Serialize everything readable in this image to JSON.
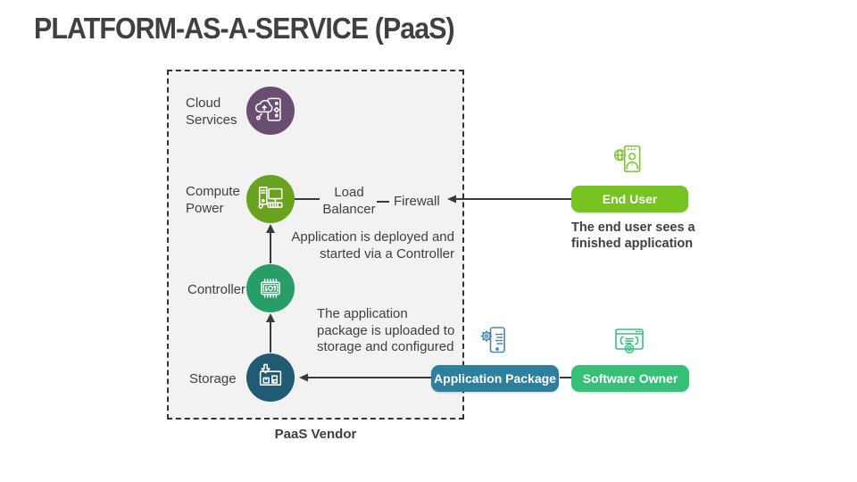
{
  "title": "PLATFORM-AS-A-SERVICE (PaaS)",
  "vendor": {
    "caption": "PaaS Vendor",
    "nodes": {
      "cloud": {
        "line1": "Cloud",
        "line2": "Services"
      },
      "compute": {
        "line1": "Compute",
        "line2": "Power"
      },
      "controller": {
        "label": "Controller"
      },
      "storage": {
        "label": "Storage"
      }
    }
  },
  "flow": {
    "load_balancer_line1": "Load",
    "load_balancer_line2": "Balancer",
    "firewall": "Firewall"
  },
  "annotations": {
    "deploy_line1": "Application is deployed and",
    "deploy_line2": "started via a Controller",
    "upload_line1": "The application",
    "upload_line2": "package is uploaded to",
    "upload_line3": "storage and configured",
    "end_user_line1": "The end user sees a",
    "end_user_line2": "finished application"
  },
  "buttons": {
    "end_user": "End User",
    "application_package": "Application Package",
    "software_owner": "Software Owner"
  },
  "icons": {
    "cloud_services": "cloud-upload-device-icon",
    "compute_power": "desktop-computer-icon",
    "controller": "chip-icon",
    "storage": "storage-box-icon",
    "end_user": "globe-user-card-icon",
    "application_package": "phone-gear-icon",
    "software_owner": "browser-certificate-icon"
  },
  "colors": {
    "cloud_services_circle": "#6a4e71",
    "compute_power_circle": "#6aa21f",
    "controller_circle": "#289d68",
    "storage_circle": "#205a73",
    "end_user_button": "#77c322",
    "application_package_button": "#2e7e9e",
    "software_owner_button": "#36bf76",
    "end_user_icon": "#85c540",
    "application_package_icon": "#4d86a6",
    "software_owner_icon": "#3dbd82",
    "line": "#3a3a3a",
    "box_background": "#f2f2f2",
    "text": "#3f3f3f"
  }
}
